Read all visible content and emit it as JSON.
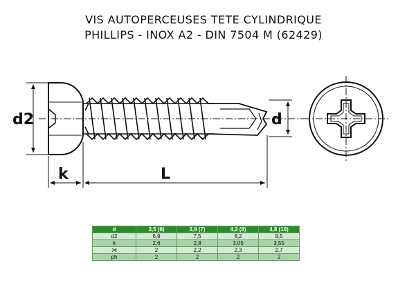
{
  "title": {
    "line1": "VIS AUTOPERCEUSES TETE CYLINDRIQUE",
    "line2": "PHILLIPS - INOX A2 - DIN 7504 M (62429)"
  },
  "dimensions": {
    "d2": "d2",
    "d": "d",
    "k": "k",
    "L": "L"
  },
  "table": {
    "header": [
      "d",
      "3,5 (6)",
      "3,9 (7)",
      "4,2 (8)",
      "4,8 (10)"
    ],
    "rows": [
      {
        "label": "d2",
        "values": [
          "6,9",
          "7,5",
          "8,2",
          "9,5"
        ]
      },
      {
        "label": "k",
        "values": [
          "2,6",
          "2,8",
          "3,05",
          "3,55"
        ]
      },
      {
        "label": "⋊",
        "values": [
          "2",
          "2,2",
          "2,3",
          "2,7"
        ]
      },
      {
        "label": "ph",
        "values": [
          "2",
          "2",
          "2",
          "2"
        ]
      }
    ]
  },
  "colors": {
    "header_bg": "#2e8b2e",
    "row_light": "#d3ead3",
    "row_dark": "#a8d4a8",
    "line": "#111111"
  }
}
